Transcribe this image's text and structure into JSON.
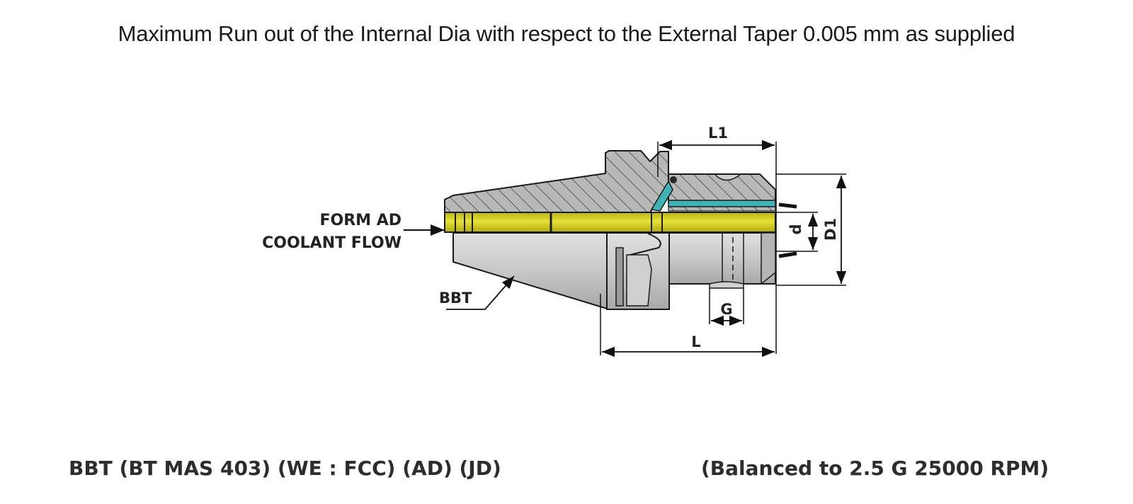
{
  "header": {
    "note": "Maximum Run out of the Internal Dia with respect to the External Taper 0.005 mm as supplied"
  },
  "drawing": {
    "coolant_label_line1": "FORM AD",
    "coolant_label_line2": "COOLANT FLOW",
    "taper_label": "BBT",
    "dimensions": {
      "l1": "L1",
      "d1": "D1",
      "d": "d",
      "g": "G",
      "l": "L"
    },
    "colors": {
      "body_gray": "#c4c4c4",
      "hatch_gray": "#b0b0b0",
      "coolant_yellow": "#d6d21c",
      "coolant_teal": "#3fb3b5",
      "outline": "#1a1a1a"
    }
  },
  "footer": {
    "product_spec": "BBT (BT MAS 403) (WE : FCC) (AD) (JD)",
    "balance_spec": "(Balanced to 2.5 G 25000 RPM)"
  }
}
